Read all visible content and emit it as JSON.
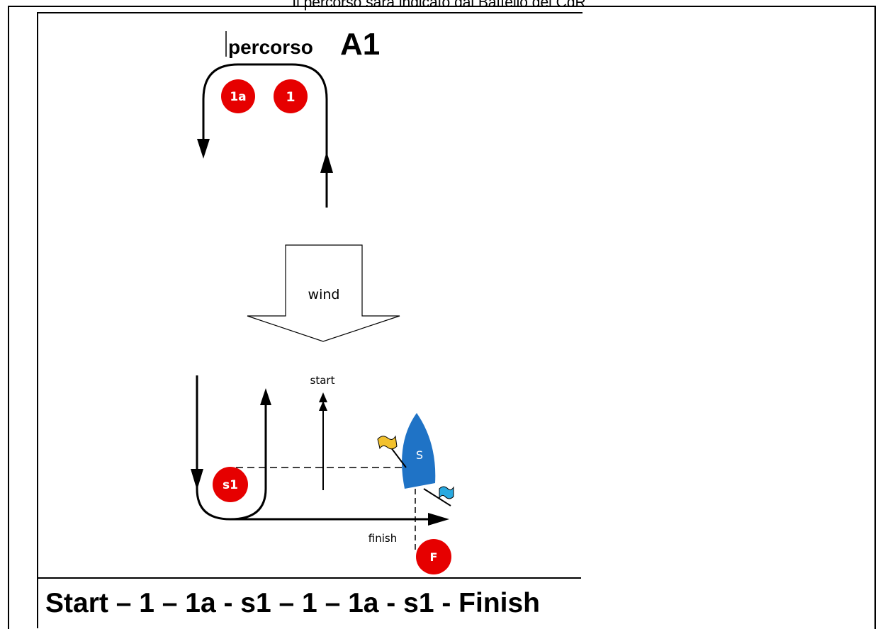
{
  "caption": "Il percorso sarà indicato dal Battello del CdR",
  "title": {
    "prefix": "percorso",
    "code": "A1"
  },
  "marks": {
    "mark_1a": "1a",
    "mark_1": "1",
    "mark_s1": "s1",
    "mark_f": "F",
    "signal_boat": "S"
  },
  "labels": {
    "wind": "wind",
    "start": "start",
    "finish": "finish"
  },
  "sequence": "Start – 1 – 1a - s1 – 1 – 1a - s1 -  Finish",
  "colors": {
    "mark_red": "#e60000",
    "boat_blue": "#1f73c6",
    "flag_yellow": "#f2c12e",
    "flag_cyan": "#29a9e0"
  }
}
